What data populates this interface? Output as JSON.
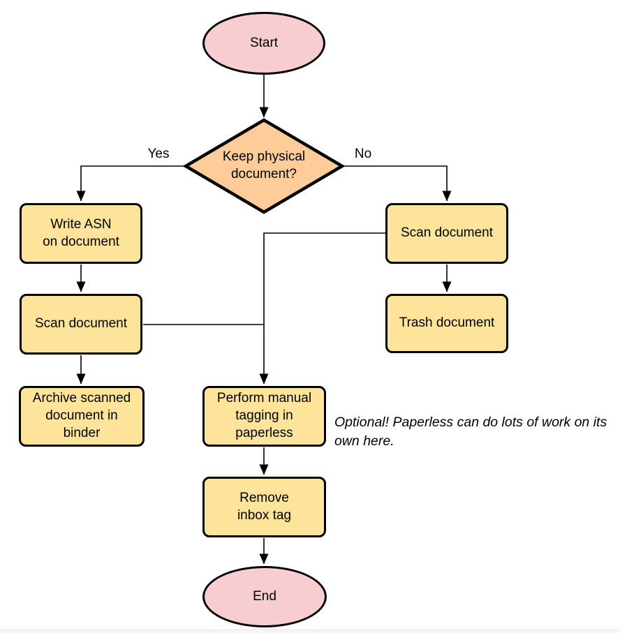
{
  "flowchart": {
    "nodes": {
      "start": {
        "type": "terminator",
        "label": "Start"
      },
      "decision": {
        "type": "decision",
        "label": "Keep physical\ndocument?"
      },
      "write_asn": {
        "type": "process",
        "label": "Write ASN\non document"
      },
      "scan_left": {
        "type": "process",
        "label": "Scan document"
      },
      "archive": {
        "type": "process",
        "label": "Archive scanned\ndocument in\nbinder"
      },
      "scan_right": {
        "type": "process",
        "label": "Scan document"
      },
      "trash": {
        "type": "process",
        "label": "Trash document"
      },
      "perform_tagging": {
        "type": "process",
        "label": "Perform manual\ntagging in\npaperless"
      },
      "remove_inbox": {
        "type": "process",
        "label": "Remove\ninbox tag"
      },
      "end": {
        "type": "terminator",
        "label": "End"
      }
    },
    "edges": [
      {
        "from": "start",
        "to": "decision",
        "label": ""
      },
      {
        "from": "decision",
        "to": "write_asn",
        "label": "Yes"
      },
      {
        "from": "decision",
        "to": "scan_right",
        "label": "No"
      },
      {
        "from": "write_asn",
        "to": "scan_left",
        "label": ""
      },
      {
        "from": "scan_left",
        "to": "archive",
        "label": ""
      },
      {
        "from": "scan_left",
        "to": "perform_tagging",
        "label": ""
      },
      {
        "from": "scan_right",
        "to": "trash",
        "label": ""
      },
      {
        "from": "scan_right",
        "to": "perform_tagging",
        "label": ""
      },
      {
        "from": "perform_tagging",
        "to": "remove_inbox",
        "label": ""
      },
      {
        "from": "remove_inbox",
        "to": "end",
        "label": ""
      }
    ],
    "annotation": "Optional! Paperless can do lots of work on its own here.",
    "colors": {
      "terminator-fill": "#f8cdd1",
      "decision-fill": "#fdcc99",
      "process-fill": "#fde49a",
      "stroke": "#000000",
      "text": "#000000"
    }
  }
}
